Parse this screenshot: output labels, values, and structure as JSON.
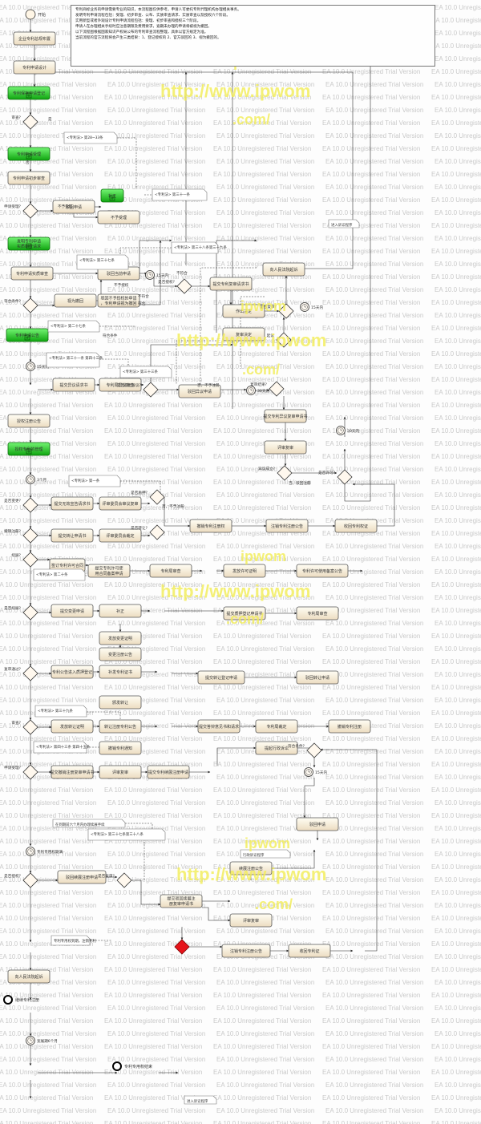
{
  "diagram": {
    "description_lines": [
      "专利商标业务的申请需要专业的知识，本流程图仅供参考。申请人可委托专利代理机构办理相关事务。",
      "发明专利申请流程包括：受理、初步审查、公布、实质审查请求、实质审查以及授权六个阶段。",
      "实用新型或者外观设计专利申请流程包括：受理、初步审查和授权三个阶段。",
      "申请人在办理相关手续时应注意期限及费用要求，逾期未办理的申请将被视为撤回。",
      "以下流程图根据国家知识产权局公布的专利审查流程整理，具体以官方规定为准。",
      "当前流程的官方流程将会产生三类结果：1、登记授权的  2、官方驳回的  3、视为撤回的。"
    ],
    "watermarks": [
      "ipwom",
      "http://www.ipwom",
      ".com/"
    ],
    "tool_watermark": "EA 10.0 Unregistered Trial Version"
  },
  "nodes": [
    {
      "name": "开始",
      "kind": "start"
    },
    {
      "name": "企业专利总规布置",
      "kind": "activity"
    },
    {
      "name": "专利申请设计",
      "kind": "activity"
    },
    {
      "name": "专利保存申请登记",
      "kind": "subprocess"
    },
    {
      "name": "专利申请受理",
      "kind": "subprocess"
    },
    {
      "name": "专利申请初步审查",
      "kind": "activity"
    },
    {
      "name": "补正",
      "kind": "subprocess"
    },
    {
      "name": "驳回申请",
      "kind": "activity"
    },
    {
      "name": "不予受理",
      "kind": "activity"
    },
    {
      "name": "发明专利申请实质审查请求",
      "kind": "subprocess"
    },
    {
      "name": "专利申请实质审查",
      "kind": "activity"
    },
    {
      "name": "驳回当前申请",
      "kind": "activity"
    },
    {
      "name": "视为撤回",
      "kind": "activity"
    },
    {
      "name": "驳回不予授权的申请，专利申请视为撤回",
      "kind": "activity"
    },
    {
      "name": "向人民法院起诉",
      "kind": "activity"
    },
    {
      "name": "提交专利复审请求书",
      "kind": "activity"
    },
    {
      "name": "作出决定",
      "kind": "activity"
    },
    {
      "name": "复审决定",
      "kind": "activity"
    },
    {
      "name": "专利申请公告",
      "kind": "subprocess"
    },
    {
      "name": "提交异议请求书",
      "kind": "activity"
    },
    {
      "name": "专利局异议审查",
      "kind": "activity"
    },
    {
      "name": "驳回异议申请",
      "kind": "activity"
    },
    {
      "name": "提交专利异议复审申请书",
      "kind": "activity"
    },
    {
      "name": "评审复审",
      "kind": "activity"
    },
    {
      "name": "授权注册公告",
      "kind": "activity"
    },
    {
      "name": "授权专利的管理",
      "kind": "subprocess"
    },
    {
      "name": "提交无效宣告请求书",
      "kind": "activity"
    },
    {
      "name": "评审委员会审议复审",
      "kind": "activity"
    },
    {
      "name": "撤销专利注册权",
      "kind": "activity"
    },
    {
      "name": "注销专利注册公告",
      "kind": "activity"
    },
    {
      "name": "收回专利权证",
      "kind": "activity"
    },
    {
      "name": "提交转让申请书",
      "kind": "activity"
    },
    {
      "name": "评审委员会裁定",
      "kind": "activity"
    },
    {
      "name": "签订专利许可合同",
      "kind": "activity"
    },
    {
      "name": "提交专利许可使用合同备案申请",
      "kind": "activity"
    },
    {
      "name": "专利局审查",
      "kind": "activity"
    },
    {
      "name": "发放许可证明",
      "kind": "activity"
    },
    {
      "name": "专利许可使用备案公告",
      "kind": "activity"
    },
    {
      "name": "提交变更申请",
      "kind": "activity"
    },
    {
      "name": "补正",
      "kind": "activity"
    },
    {
      "name": "发放变更证明",
      "kind": "activity"
    },
    {
      "name": "变更注册公告",
      "kind": "activity"
    },
    {
      "name": "提交质押登记申请书",
      "kind": "activity"
    },
    {
      "name": "专利局审查",
      "kind": "activity"
    },
    {
      "name": "专利公告进入质押登记",
      "kind": "activity"
    },
    {
      "name": "补发专利证书",
      "kind": "activity"
    },
    {
      "name": "提交转让登记申请",
      "kind": "activity"
    },
    {
      "name": "驳回转让申请",
      "kind": "activity"
    },
    {
      "name": "颁发转让",
      "kind": "activity"
    },
    {
      "name": "发放转让证明",
      "kind": "activity"
    },
    {
      "name": "转让注册专利公告",
      "kind": "activity"
    },
    {
      "name": "撤销专利通知",
      "kind": "activity"
    },
    {
      "name": "提交答辩意见书和请求",
      "kind": "activity"
    },
    {
      "name": "专利局裁定",
      "kind": "activity"
    },
    {
      "name": "撤销专利注册",
      "kind": "activity"
    },
    {
      "name": "提交撤销注册复审申请书",
      "kind": "activity"
    },
    {
      "name": "评审复审",
      "kind": "activity"
    },
    {
      "name": "提交专利续展注册申请",
      "kind": "activity"
    },
    {
      "name": "提起行政诉讼",
      "kind": "activity"
    },
    {
      "name": "驳回申请",
      "kind": "activity"
    },
    {
      "name": "驳回续展注册申请",
      "kind": "activity"
    },
    {
      "name": "续展注册公告",
      "kind": "activity"
    },
    {
      "name": "提交驳回续展注册复审申请书",
      "kind": "activity"
    },
    {
      "name": "评审复审",
      "kind": "activity"
    },
    {
      "name": "注销专利注册公告",
      "kind": "activity"
    },
    {
      "name": "收回专利证",
      "kind": "activity"
    },
    {
      "name": "向人民法院起诉",
      "kind": "activity"
    },
    {
      "name": "继续专利注册",
      "kind": "end"
    },
    {
      "name": "专利专用权结束",
      "kind": "end"
    }
  ],
  "gateways": [
    "审查?",
    "申请受理?",
    "符合条件?",
    "是否授权?",
    "是否复审?",
    "起诉",
    "复审结果?",
    "是否提出异议?",
    "异议成立?",
    "是否许可?",
    "是否变更?",
    "是否质押?",
    "是否转让?",
    "撤销注册?",
    "续展?",
    "是否续展?",
    "复审通过?"
  ],
  "flow_labels": [
    "是",
    "否",
    "不予受理",
    "不予授权",
    "不符合",
    "符合",
    "不符合",
    "符合条件",
    "否，不予注册",
    "否，驳回注册",
    "否，不予注册"
  ],
  "timers": [
    "15天内",
    "15天内",
    "30天内",
    "15天内",
    "3个月",
    "30天内",
    "专利专用权期满",
    "宽展期6个月",
    "15天内"
  ],
  "notes": [
    "<专利法> 第28~33条",
    "<专利法> 第三十一条",
    "<专利法> 第三十八条第三十九条",
    "<专利法> 第三十七条",
    "<专利法> 第二十七条",
    "<专利法> 第三十一条 第四十三条",
    "<专利法> 第三十三条",
    "<专利法> 第一条",
    "<专利法> 第二十条",
    "<专利法> 第三十九条",
    "<专利法> 第四十三条 第四十五条",
    "<专利法> 第三十七条第三十八条",
    "在到期前六个月内办理续展手续",
    "专利专用权到期，注销专利",
    "进入诉讼程序",
    "行政诉讼程序",
    "进入诉讼程序"
  ]
}
